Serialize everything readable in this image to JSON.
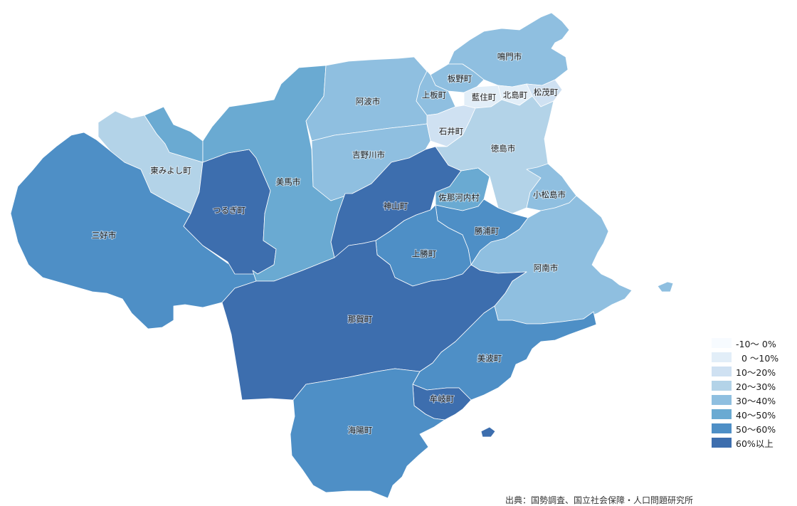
{
  "legend": {
    "bins": [
      {
        "label": "-10～ 0%",
        "color": "#f7fbff"
      },
      {
        "label": "  0 ～10%",
        "color": "#e2eef8"
      },
      {
        "label": "10～20%",
        "color": "#cfe1f2"
      },
      {
        "label": "20～30%",
        "color": "#b3d3e8"
      },
      {
        "label": "30～40%",
        "color": "#8fbfe0"
      },
      {
        "label": "40～50%",
        "color": "#6aaad2"
      },
      {
        "label": "50～60%",
        "color": "#4e8fc6"
      },
      {
        "label": "60%以上",
        "color": "#3d6eae"
      }
    ]
  },
  "source": "出典：国勢調査、国立社会保障・人口問題研究所",
  "regions": [
    {
      "id": "miyoshi",
      "name": "三好市",
      "bin": 6
    },
    {
      "id": "higashimiyoshi",
      "name": "東みよし町",
      "bin": 3
    },
    {
      "id": "tsurugi",
      "name": "つるぎ町",
      "bin": 7
    },
    {
      "id": "mima",
      "name": "美馬市",
      "bin": 5
    },
    {
      "id": "awa",
      "name": "阿波市",
      "bin": 4
    },
    {
      "id": "yoshinogawa",
      "name": "吉野川市",
      "bin": 4
    },
    {
      "id": "kamiyama",
      "name": "神山町",
      "bin": 7
    },
    {
      "id": "sanagochi",
      "name": "佐那河内村",
      "bin": 5
    },
    {
      "id": "naruto",
      "name": "鳴門市",
      "bin": 4
    },
    {
      "id": "itano",
      "name": "板野町",
      "bin": 4
    },
    {
      "id": "kamiita",
      "name": "上板町",
      "bin": 4
    },
    {
      "id": "aizumi",
      "name": "藍住町",
      "bin": 1
    },
    {
      "id": "kitajima",
      "name": "北島町",
      "bin": 1
    },
    {
      "id": "matsushige",
      "name": "松茂町",
      "bin": 2
    },
    {
      "id": "ishii",
      "name": "石井町",
      "bin": 2
    },
    {
      "id": "tokushima",
      "name": "徳島市",
      "bin": 3
    },
    {
      "id": "komatsushima",
      "name": "小松島市",
      "bin": 4
    },
    {
      "id": "katsuura",
      "name": "勝浦町",
      "bin": 6
    },
    {
      "id": "kamikatsu",
      "name": "上勝町",
      "bin": 6
    },
    {
      "id": "anan",
      "name": "阿南市",
      "bin": 4
    },
    {
      "id": "naka",
      "name": "那賀町",
      "bin": 7
    },
    {
      "id": "minami",
      "name": "美波町",
      "bin": 6
    },
    {
      "id": "mugi",
      "name": "牟岐町",
      "bin": 7
    },
    {
      "id": "kaiyo",
      "name": "海陽町",
      "bin": 6
    }
  ]
}
